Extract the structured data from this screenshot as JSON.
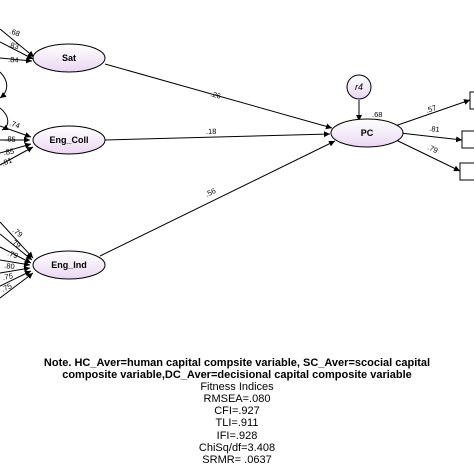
{
  "diagram": {
    "nodes": {
      "sat": "Sat",
      "eng_coll": "Eng_Coll",
      "eng_ind": "Eng_Ind",
      "pc": "PC",
      "r4": "r4"
    },
    "paths": {
      "sat_pc": ".26",
      "coll_pc": ".18",
      "ind_pc": ".56",
      "pc_r2": ".68",
      "pc_out1": ".57",
      "pc_out2": ".81",
      "pc_out3": ".79"
    },
    "loadings": {
      "sat": [
        ".68",
        ".83",
        ".84"
      ],
      "eng_coll": [
        ".74",
        ".85",
        ".85",
        ".81"
      ],
      "eng_ind": [
        ".79",
        ".79",
        ".79",
        ".80",
        ".75",
        ".75"
      ]
    }
  },
  "notes": {
    "line1": "Note. HC_Aver=human capital compsite variable, SC_Aver=scocial capital",
    "line2": "composite variable,DC_Aver=decisional capital composite variable",
    "fitness_title": "Fitness Indices",
    "indices": [
      "RMSEA=.080",
      "CFI=.927",
      "TLI=.911",
      "IFI=.928",
      "ChiSq/df=3.408",
      "SRMR= .0637"
    ]
  }
}
